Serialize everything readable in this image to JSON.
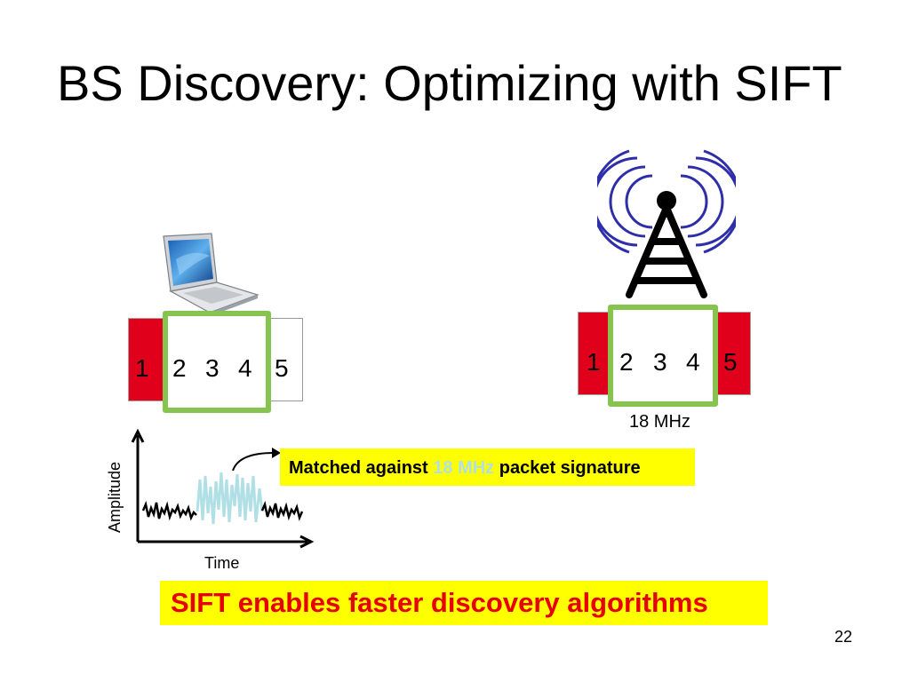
{
  "slide": {
    "title": "BS Discovery: Optimizing with SIFT",
    "page_number": "22"
  },
  "client_channels": [
    "1",
    "2",
    "3",
    "4",
    "5"
  ],
  "bs_channels": [
    "1",
    "2",
    "3",
    "4",
    "5"
  ],
  "bs_bandwidth": "18 MHz",
  "waveform": {
    "ylabel": "Amplitude",
    "xlabel": "Time"
  },
  "callout": {
    "prefix": "Matched against ",
    "highlight": "18 MHz",
    "suffix": " packet signature"
  },
  "conclusion": "SIFT enables faster discovery algorithms",
  "colors": {
    "channel_red": "#e0001b",
    "selection_green": "#86c34f",
    "highlight_yellow": "#ffff00",
    "conclusion_red": "#e60000",
    "signal_blue": "#b0e0e6",
    "antenna_wave": "#2e2ea8"
  }
}
